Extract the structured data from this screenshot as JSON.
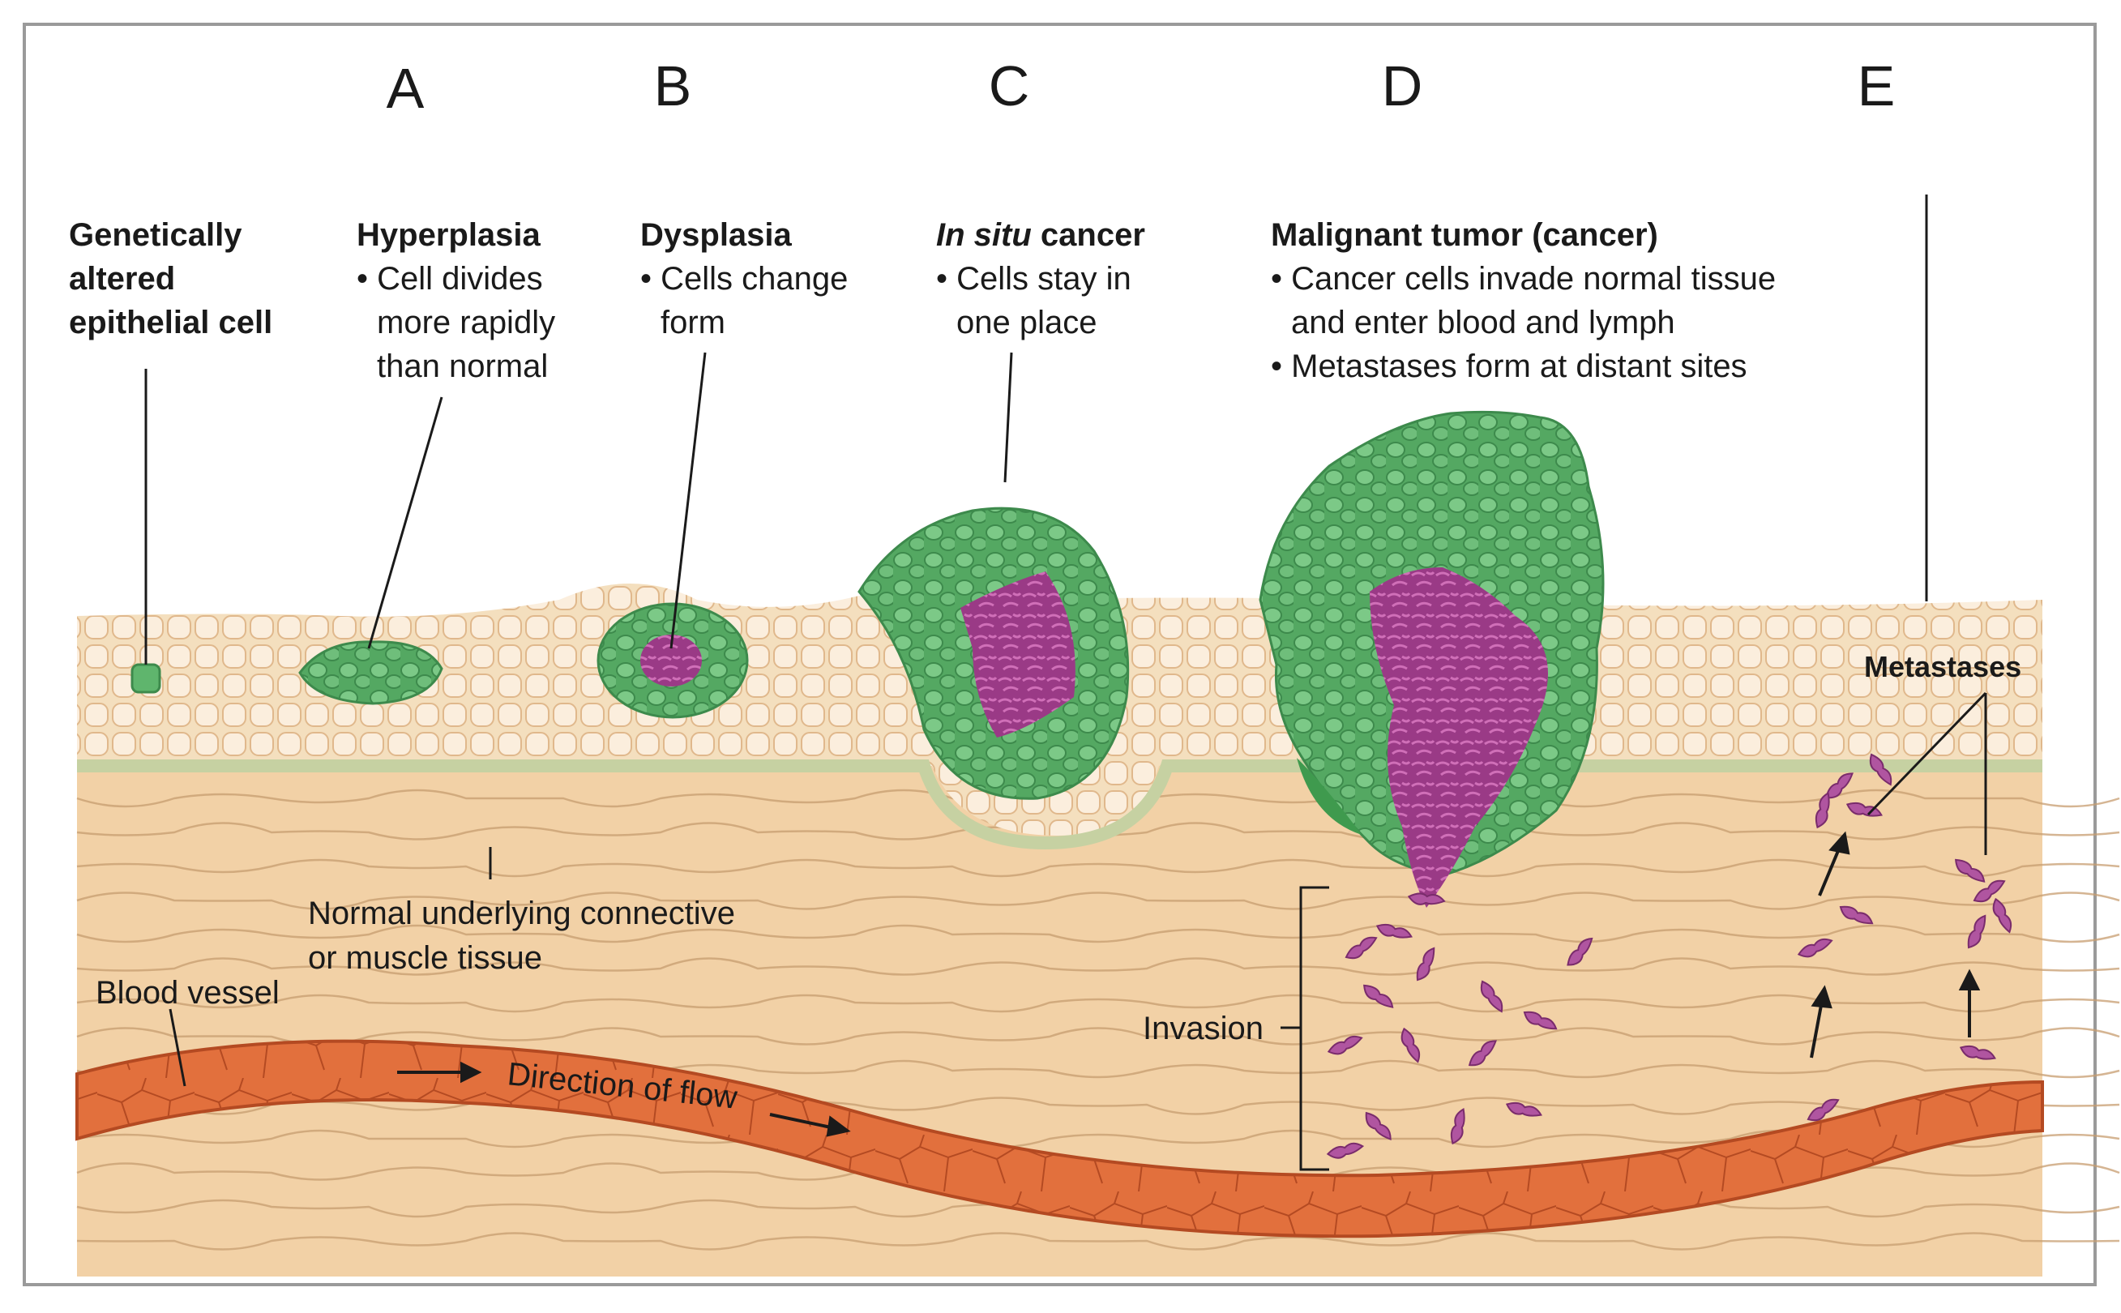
{
  "stages": [
    {
      "letter": "A"
    },
    {
      "letter": "B"
    },
    {
      "letter": "C"
    },
    {
      "letter": "D"
    },
    {
      "letter": "E"
    }
  ],
  "descriptions": {
    "genetically_altered": {
      "lines": [
        "Genetically",
        "altered",
        "epithelial cell"
      ]
    },
    "hyperplasia": {
      "title": "Hyperplasia",
      "bullet_lines": [
        "• Cell divides",
        "more rapidly",
        "than normal"
      ]
    },
    "dysplasia": {
      "title": "Dysplasia",
      "bullet_lines": [
        "• Cells change",
        "form"
      ]
    },
    "in_situ": {
      "title_italic": "In situ",
      "title_rest": " cancer",
      "bullet_lines": [
        "• Cells stay in",
        "one place"
      ]
    },
    "malignant": {
      "title": "Malignant tumor (cancer)",
      "bullet_lines": [
        "• Cancer cells invade normal tissue",
        "and enter blood and lymph",
        "• Metastases form at distant sites"
      ]
    }
  },
  "labels": {
    "connective_tissue": [
      "Normal underlying connective",
      "or muscle tissue"
    ],
    "blood_vessel": "Blood vessel",
    "direction_of_flow": "Direction of flow",
    "invasion": "Invasion",
    "metastases": "Metastases"
  },
  "colors": {
    "epithelium": "#f3dcb8",
    "cell_outline": "#e2b98a",
    "connective": "#f1cfa3",
    "fiber": "#c9a074",
    "basement": "#c7d3a6",
    "tumor_green": "#5fb56d",
    "tumor_magenta": "#a03d8a",
    "vessel": "#e16e3c",
    "vessel_dark": "#b94a24"
  }
}
